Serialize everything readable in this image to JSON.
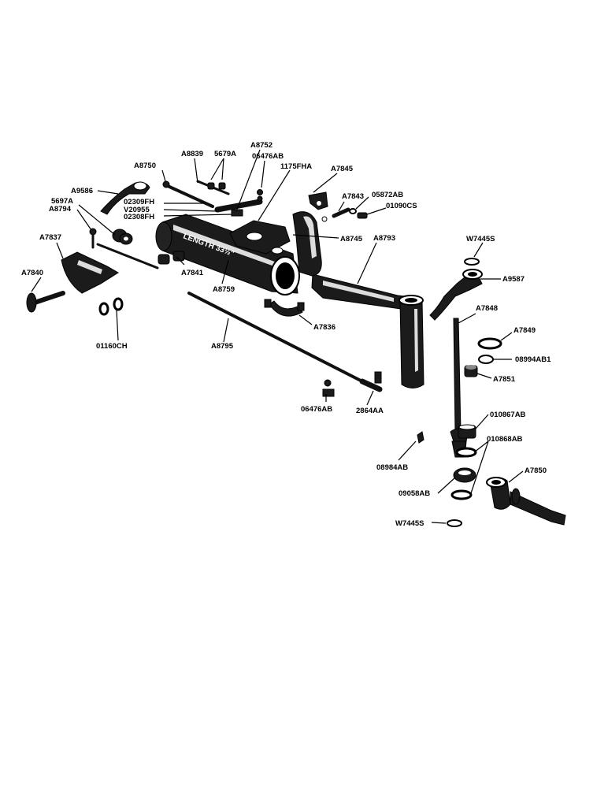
{
  "title": "",
  "colors": {
    "ink": "#000000",
    "paper": "#ffffff"
  },
  "stamp_text": "LENGTH 33½\"",
  "labels": [
    {
      "id": "a8839",
      "text": "A8839"
    },
    {
      "id": "p5679a",
      "text": "5679A"
    },
    {
      "id": "a8752",
      "text": "A8752"
    },
    {
      "id": "p06476ab_top",
      "text": "06476AB"
    },
    {
      "id": "a8750",
      "text": "A8750"
    },
    {
      "id": "p1175fha",
      "text": "1175FHA"
    },
    {
      "id": "a7845",
      "text": "A7845"
    },
    {
      "id": "a9586",
      "text": "A9586"
    },
    {
      "id": "a7843",
      "text": "A7843"
    },
    {
      "id": "p05872ab",
      "text": "05872AB"
    },
    {
      "id": "p01090cs",
      "text": "01090CS"
    },
    {
      "id": "p02309fh",
      "text": "02309FH"
    },
    {
      "id": "v20955",
      "text": "V20955"
    },
    {
      "id": "p02308fh",
      "text": "02308FH"
    },
    {
      "id": "p5697a",
      "text": "5697A"
    },
    {
      "id": "a8794",
      "text": "A8794"
    },
    {
      "id": "a8745",
      "text": "A8745"
    },
    {
      "id": "a8793",
      "text": "A8793"
    },
    {
      "id": "a7837",
      "text": "A7837"
    },
    {
      "id": "w7445s_top",
      "text": "W7445S"
    },
    {
      "id": "a7841",
      "text": "A7841"
    },
    {
      "id": "a7840",
      "text": "A7840"
    },
    {
      "id": "a8759",
      "text": "A8759"
    },
    {
      "id": "a9587",
      "text": "A9587"
    },
    {
      "id": "a7848",
      "text": "A7848"
    },
    {
      "id": "a7836",
      "text": "A7836"
    },
    {
      "id": "a7849",
      "text": "A7849"
    },
    {
      "id": "p01160ch",
      "text": "01160CH"
    },
    {
      "id": "a8795",
      "text": "A8795"
    },
    {
      "id": "p08994ab1",
      "text": "08994AB1"
    },
    {
      "id": "a7851",
      "text": "A7851"
    },
    {
      "id": "p06476ab_bot",
      "text": "06476AB"
    },
    {
      "id": "p2864aa",
      "text": "2864AA"
    },
    {
      "id": "p010867ab",
      "text": "010867AB"
    },
    {
      "id": "p010868ab",
      "text": "010868AB"
    },
    {
      "id": "p08984ab",
      "text": "08984AB"
    },
    {
      "id": "a7850",
      "text": "A7850"
    },
    {
      "id": "p09058ab",
      "text": "09058AB"
    },
    {
      "id": "w7445s_bot",
      "text": "W7445S"
    }
  ]
}
